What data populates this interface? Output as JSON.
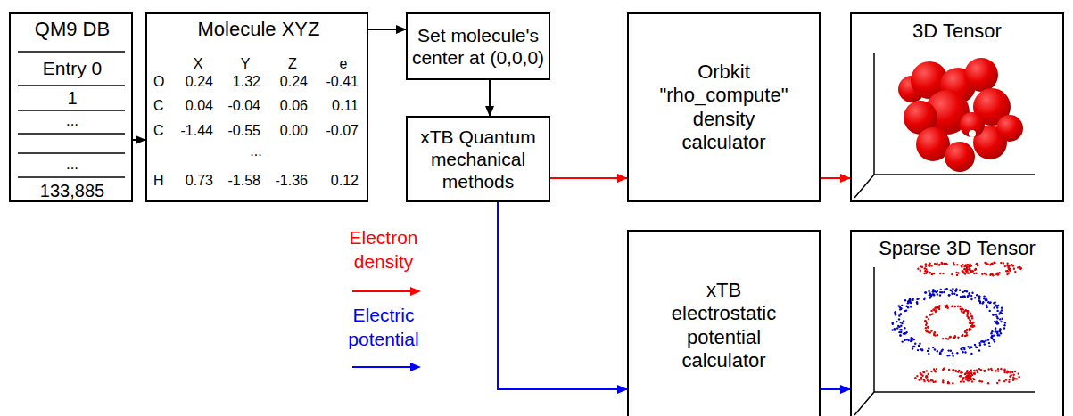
{
  "diagram": {
    "nodes": [
      {
        "text": [
          "QM9 DB",
          "Entry 0",
          "1",
          "...",
          "...",
          "133,885"
        ]
      },
      {
        "text": [
          "Molecule XYZ",
          "X",
          "Y",
          "Z",
          "e",
          "O",
          "0.24",
          "1.32",
          "0.24",
          "-0.41",
          "C",
          "0.04",
          "-0.04",
          "0.06",
          "0.11",
          "C",
          "-1.44",
          "-0.55",
          "0.00",
          "-0.07",
          "...",
          "H",
          "0.73",
          "-1.58",
          "-1.36",
          "0.12"
        ]
      },
      {
        "text": [
          "Set molecule's center at (0,0,0)"
        ]
      },
      {
        "text": [
          "xTB Quantum mechanical methods"
        ]
      },
      {
        "text": [
          "Orbkit \"rho_compute\" density calculator"
        ]
      },
      {
        "text": [
          "3D Tensor"
        ]
      },
      {
        "text": [
          "xTB electrostatic potential calculator"
        ]
      },
      {
        "text": [
          "Sparse 3D Tensor"
        ]
      }
    ],
    "edges": [
      {
        "from": 0,
        "to": 1,
        "arrow": "to"
      },
      {
        "from": 1,
        "to": 2,
        "arrow": "to"
      },
      {
        "from": 2,
        "to": 3,
        "arrow": "to"
      },
      {
        "from": 3,
        "to": 4,
        "arrow": "to"
      },
      {
        "from": 4,
        "to": 5,
        "arrow": "to"
      },
      {
        "from": 3,
        "to": 6,
        "arrow": "to"
      },
      {
        "from": 6,
        "to": 7,
        "arrow": "to"
      }
    ],
    "legend": [
      {
        "text": "Electron density"
      },
      {
        "text": "Electric potential"
      }
    ]
  }
}
